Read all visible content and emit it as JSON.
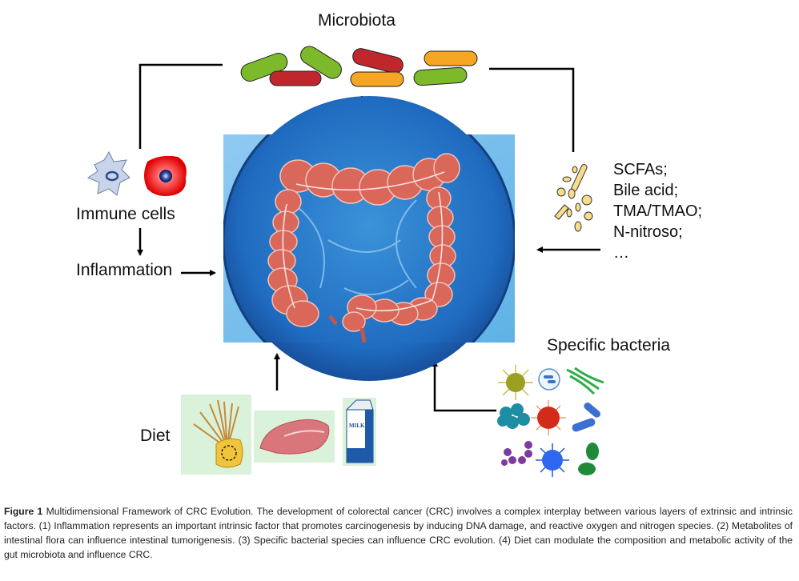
{
  "figure": {
    "microbiota_label": "Microbiota",
    "immune_cells_label": "Immune cells",
    "inflammation_label": "Inflammation",
    "diet_label": "Diet",
    "specific_bacteria_label": "Specific bacteria",
    "metabolites": [
      "SCFAs;",
      "Bile acid;",
      "TMA/TMAO;",
      "N-nitroso;",
      "…"
    ],
    "milk_label": "MILK",
    "colors": {
      "bacteria_green": "#7cba2c",
      "bacteria_red": "#c0272d",
      "bacteria_orange": "#f5a623",
      "colon_background": "#4a90d9",
      "colon_tissue": "#d9685a",
      "metabolite_fill": "#f7dc8a",
      "arrow": "#000000"
    }
  },
  "caption": {
    "label": "Figure 1",
    "text": "Multidimensional Framework of CRC Evolution. The development of colorectal cancer (CRC) involves a complex interplay between various layers of extrinsic and intrinsic factors. (1) Inflammation represents an important intrinsic factor that promotes carcinogenesis by inducing DNA damage, and reactive oxygen and nitrogen species. (2) Metabolites of intestinal flora can influence intestinal tumorigenesis. (3) Specific bacterial species can influence CRC evolution. (4) Diet can modulate the composition and metabolic activity of the gut microbiota and influence CRC."
  }
}
